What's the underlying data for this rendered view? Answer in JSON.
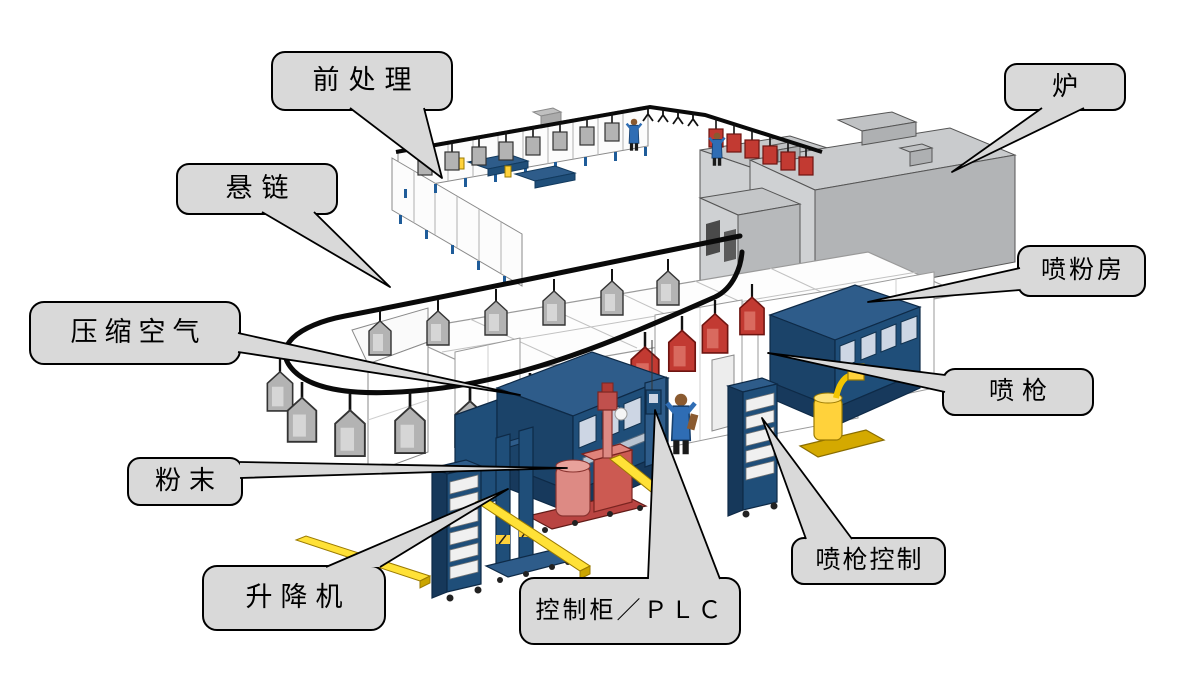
{
  "callouts": {
    "pretreatment": "前处理",
    "oven": "炉",
    "conveyor": "悬链",
    "powder_booth": "喷粉房",
    "compressed_air": "压缩空气",
    "spray_gun": "喷枪",
    "powder": "粉末",
    "gun_control": "喷枪控制",
    "lifter": "升降机",
    "control_cabinet_plc": "控制柜／ＰＬＣ"
  },
  "colors": {
    "callout_fill": "#d9d9d9",
    "callout_border": "#000000",
    "machine_blue": "#1f4e79",
    "machine_blue_light": "#2e5c8a",
    "booth_white": "#ffffff",
    "oven_grey": "#b7b9bb",
    "pump_red": "#cc5a52",
    "pump_salmon": "#dd8a84",
    "pump_yellow": "#ffd23b",
    "beam_yellow": "#ffe137",
    "part_grey": "#b3b3b3",
    "part_red": "#c23a32",
    "worker_blue": "#2f6db4",
    "conveyor_black": "#0a0a0a"
  }
}
